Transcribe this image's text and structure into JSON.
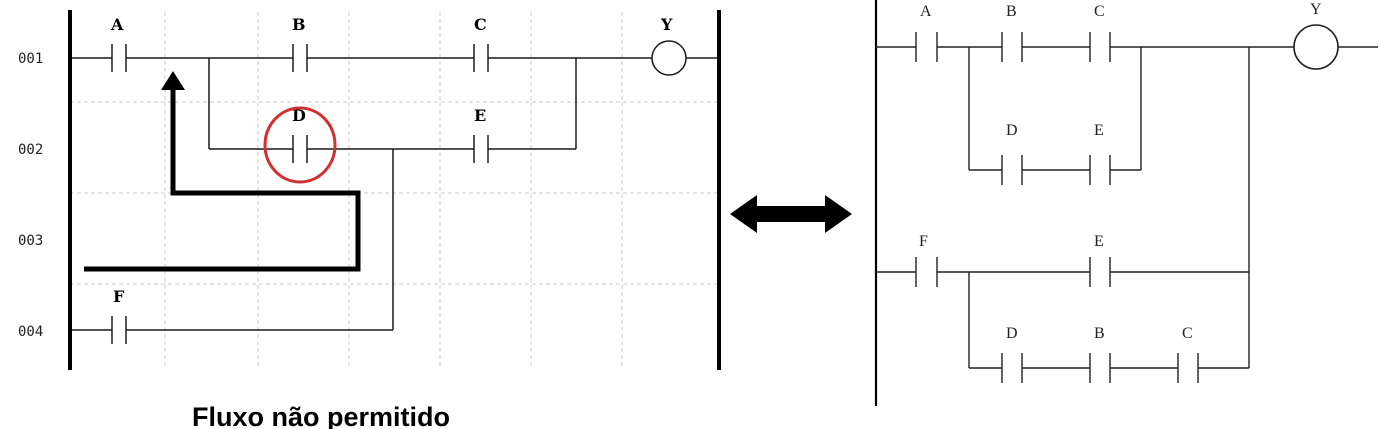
{
  "left_diagram": {
    "rung_numbers": [
      "001",
      "002",
      "003",
      "004"
    ],
    "contacts": {
      "A": "A",
      "B": "B",
      "C": "C",
      "D": "D",
      "E": "E",
      "F": "F"
    },
    "coil": "Y",
    "caption": "Fluxo não permitido",
    "highlight_color": "#d03030"
  },
  "right_diagram": {
    "contacts": {
      "A": "A",
      "B": "B",
      "C": "C",
      "D1": "D",
      "E1": "E",
      "F": "F",
      "E2": "E",
      "D2": "D",
      "B2": "B",
      "C2": "C"
    },
    "coil": "Y"
  },
  "equivalence_arrow": "double-headed-arrow"
}
